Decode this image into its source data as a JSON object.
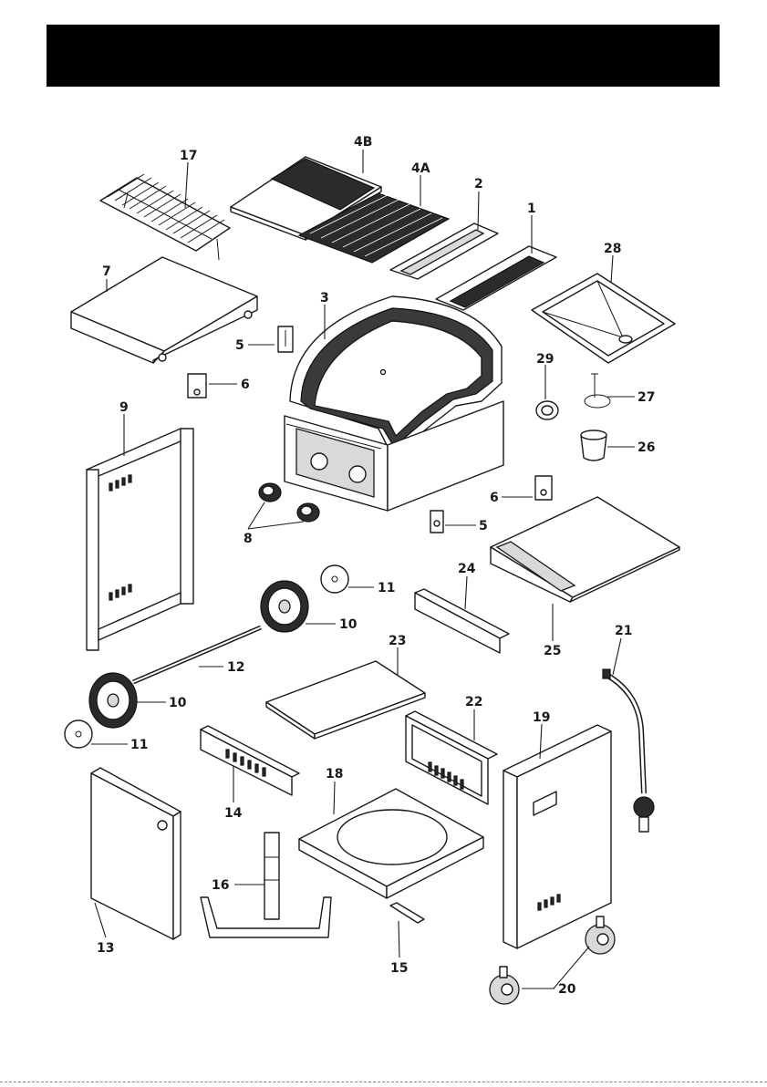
{
  "callouts": [
    {
      "id": "p17",
      "label": "17"
    },
    {
      "id": "p4b",
      "label": "4B"
    },
    {
      "id": "p4a",
      "label": "4A"
    },
    {
      "id": "p2",
      "label": "2"
    },
    {
      "id": "p1",
      "label": "1"
    },
    {
      "id": "p28",
      "label": "28"
    },
    {
      "id": "p7",
      "label": "7"
    },
    {
      "id": "p3",
      "label": "3"
    },
    {
      "id": "p5a",
      "label": "5"
    },
    {
      "id": "p6a",
      "label": "6"
    },
    {
      "id": "p29",
      "label": "29"
    },
    {
      "id": "p27",
      "label": "27"
    },
    {
      "id": "p26",
      "label": "26"
    },
    {
      "id": "p9",
      "label": "9"
    },
    {
      "id": "p6b",
      "label": "6"
    },
    {
      "id": "p5b",
      "label": "5"
    },
    {
      "id": "p8",
      "label": "8"
    },
    {
      "id": "p11a",
      "label": "11"
    },
    {
      "id": "p10a",
      "label": "10"
    },
    {
      "id": "p24",
      "label": "24"
    },
    {
      "id": "p25",
      "label": "25"
    },
    {
      "id": "p21",
      "label": "21"
    },
    {
      "id": "p12",
      "label": "12"
    },
    {
      "id": "p23",
      "label": "23"
    },
    {
      "id": "p10b",
      "label": "10"
    },
    {
      "id": "p11b",
      "label": "11"
    },
    {
      "id": "p22",
      "label": "22"
    },
    {
      "id": "p19",
      "label": "19"
    },
    {
      "id": "p14",
      "label": "14"
    },
    {
      "id": "p18",
      "label": "18"
    },
    {
      "id": "p13",
      "label": "13"
    },
    {
      "id": "p16",
      "label": "16"
    },
    {
      "id": "p15",
      "label": "15"
    },
    {
      "id": "p20",
      "label": "20"
    }
  ]
}
